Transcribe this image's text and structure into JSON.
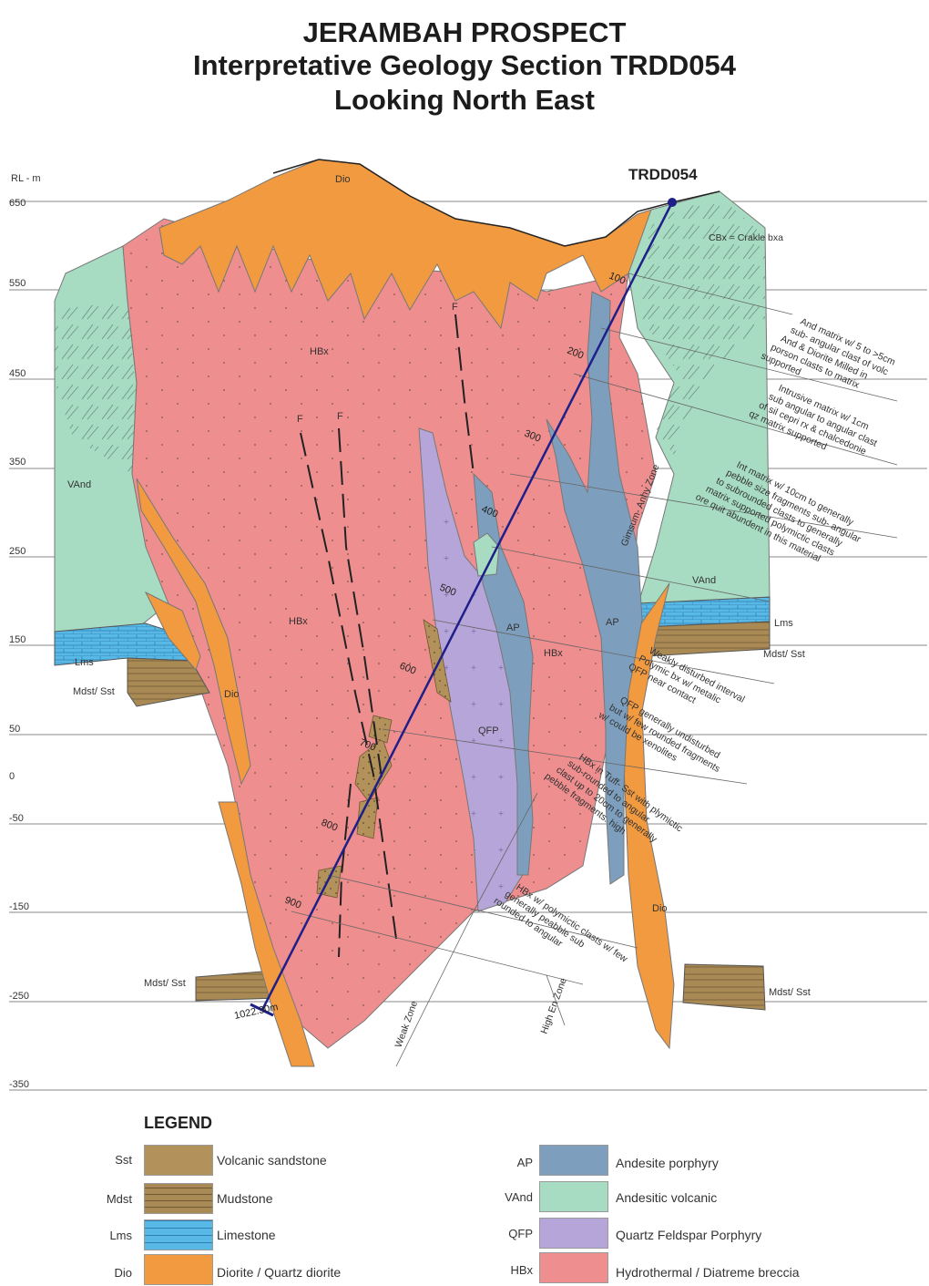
{
  "title": {
    "line1": "JERAMBAH PROSPECT",
    "line2": "Interpretative Geology Section TRDD054",
    "line3": "Looking North East"
  },
  "section": {
    "axis_label": "RL - m",
    "rl_ticks": [
      "650",
      "550",
      "450",
      "350",
      "250",
      "150",
      "50",
      "0",
      "-50",
      "-150",
      "-250",
      "-350"
    ],
    "hole_name": "TRDD054",
    "hole_end_label": "1022.30m",
    "downhole_depths": [
      "100",
      "200",
      "300",
      "400",
      "500",
      "600",
      "700",
      "800",
      "900"
    ],
    "unit_labels": {
      "dio_top": "Dio",
      "dio_left": "Dio",
      "dio_right": "Dio",
      "hbx_upper": "HBx",
      "hbx_mid": "HBx",
      "hbx_right": "HBx",
      "vand_left": "VAnd",
      "vand_right": "VAnd",
      "qfp": "QFP",
      "ap_left": "AP",
      "ap_right": "AP",
      "lms_left": "Lms",
      "lms_right": "Lms",
      "mdst_left": "Mdst/ Sst",
      "mdst_right": "Mdst/ Sst",
      "mdst_bottom_left": "Mdst/ Sst",
      "mdst_bottom_right": "Mdst/ Sst",
      "fault_1": "F",
      "fault_2": "F",
      "fault_3": "F"
    },
    "annotations": {
      "cbx": "CBx = Crakle bxa",
      "interval_1": [
        "And matrix w/ 5 to >5cm",
        "sub- angular clast of volc",
        "And & Diorite Milled in",
        "porson clasts to matrix",
        "supported"
      ],
      "interval_2": [
        "Intrusive matrix w/ 1cm",
        "sub angular to angular clast",
        "of sil cepri rx & chalcedonie",
        "qz matrix supported"
      ],
      "interval_3": [
        "Int matrix w/ 10cm to generally",
        "pebble size fragments sub- angular",
        "to subrounded clasts to generally",
        "matrix supported polymictic clasts",
        "ore quit abundent in this material"
      ],
      "interval_4": [
        "Weakly disturbed interval",
        "Polymic bx w/ metalic",
        "QFP near contact"
      ],
      "interval_5": [
        "QFP generally undisturbed",
        "but w/ few rounded fragments",
        "w/ could be xenolites"
      ],
      "interval_6": [
        "HBx in Tuff- Sst with plymictic",
        "sub-rounded to angular",
        "clast up to 20cm to generally",
        "pebble fragments. high"
      ],
      "interval_7": [
        "HBx w/ polymictic clasts w/ few",
        "generally peabble sub",
        "rounded to angular"
      ],
      "zone_gyp": "Gimsum- Anhy Zone",
      "weak_zone": "Weak Zone",
      "high_en_zone": "High En Zone"
    }
  },
  "legend": {
    "title": "LEGEND",
    "items": [
      {
        "code": "Sst",
        "label": "Volcanic sandstone",
        "color": "#b2915a"
      },
      {
        "code": "Mdst",
        "label": "Mudstone",
        "color": "#a98a55"
      },
      {
        "code": "Lms",
        "label": "Limestone",
        "color": "#58b8e6"
      },
      {
        "code": "Dio",
        "label": "Diorite / Quartz diorite",
        "color": "#f29a3f"
      },
      {
        "code": "AP",
        "label": "Andesite porphyry",
        "color": "#7d9fbd"
      },
      {
        "code": "VAnd",
        "label": "Andesitic volcanic",
        "color": "#a7dcc2"
      },
      {
        "code": "QFP",
        "label": "Quartz Feldspar Porphyry",
        "color": "#b5a5d8"
      },
      {
        "code": "HBx",
        "label": "Hydrothermal / Diatreme breccia",
        "color": "#ef8e8e"
      }
    ]
  }
}
